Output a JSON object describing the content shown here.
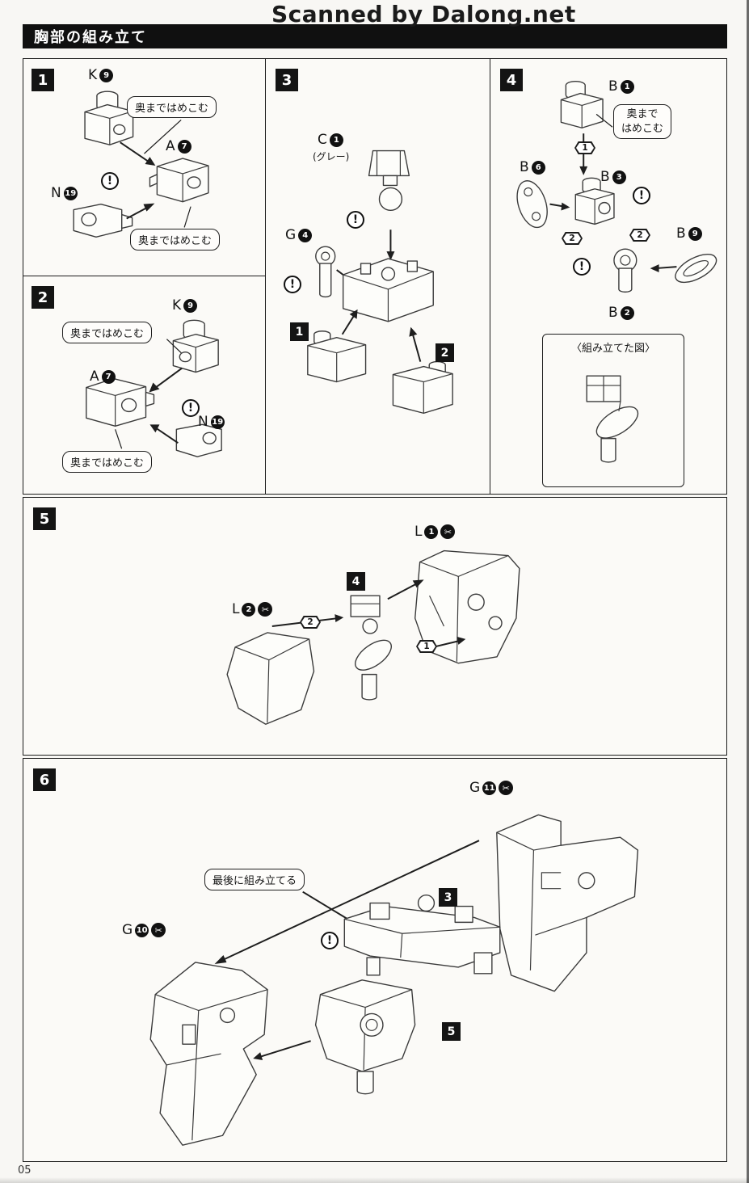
{
  "page": {
    "watermark": "Scanned by Dalong.net",
    "title": "胸部の組み立て",
    "page_number": "05"
  },
  "icons": {
    "warning": "!",
    "nippers": "✂"
  },
  "notes": {
    "push_in": "奥まではめこむ",
    "push_in_line1": "奥まで",
    "push_in_line2": "はめこむ",
    "assembled_view": "〈組み立てた図〉",
    "assemble_last": "最後に組み立てる",
    "gray": "(グレー)"
  },
  "steps": {
    "s1": {
      "num": "1"
    },
    "s2": {
      "num": "2"
    },
    "s3": {
      "num": "3"
    },
    "s4": {
      "num": "4"
    },
    "s5": {
      "num": "5"
    },
    "s6": {
      "num": "6"
    }
  },
  "parts": {
    "k9": {
      "letter": "K",
      "no": "9"
    },
    "a7": {
      "letter": "A",
      "no": "7"
    },
    "n19": {
      "letter": "N",
      "no": "19"
    },
    "c1": {
      "letter": "C",
      "no": "1"
    },
    "g4": {
      "letter": "G",
      "no": "4"
    },
    "b1": {
      "letter": "B",
      "no": "1"
    },
    "b2": {
      "letter": "B",
      "no": "2"
    },
    "b3": {
      "letter": "B",
      "no": "3"
    },
    "b6": {
      "letter": "B",
      "no": "6"
    },
    "b9": {
      "letter": "B",
      "no": "9"
    },
    "l1": {
      "letter": "L",
      "no": "1"
    },
    "l2": {
      "letter": "L",
      "no": "2"
    },
    "g10": {
      "letter": "G",
      "no": "10"
    },
    "g11": {
      "letter": "G",
      "no": "11"
    }
  },
  "refs": {
    "r1": "1",
    "r2": "2",
    "r3": "3",
    "r4": "4",
    "r5": "5"
  },
  "hex": {
    "h1": "1",
    "h2": "2"
  }
}
